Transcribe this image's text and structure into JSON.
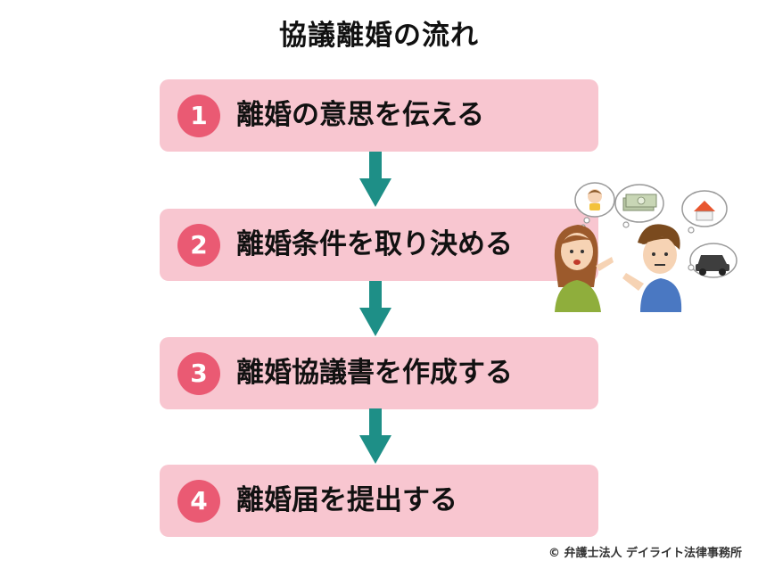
{
  "title": "協議離婚の流れ",
  "steps": [
    {
      "number": "1",
      "label": "離婚の意思を伝える"
    },
    {
      "number": "2",
      "label": "離婚条件を取り決める"
    },
    {
      "number": "3",
      "label": "離婚協議書を作成する"
    },
    {
      "number": "4",
      "label": "離婚届を提出する"
    }
  ],
  "illustration": {
    "icons": [
      "child-thought-icon",
      "money-thought-icon",
      "house-thought-icon",
      "car-thought-icon"
    ]
  },
  "copyright": "© 弁護士法人 デイライト法律事務所",
  "colors": {
    "step_bg": "#f8c6d0",
    "number_circle": "#ea5a73",
    "arrow": "#1e8f87"
  }
}
